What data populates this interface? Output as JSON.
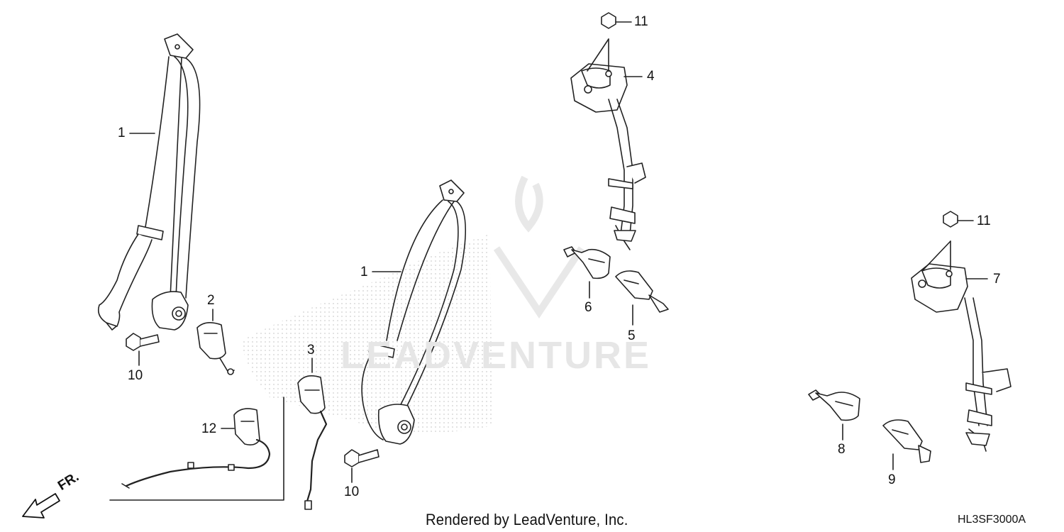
{
  "callouts": [
    {
      "id": "c1a",
      "text": "1"
    },
    {
      "id": "c2",
      "text": "2"
    },
    {
      "id": "c10a",
      "text": "10"
    },
    {
      "id": "c12",
      "text": "12"
    },
    {
      "id": "c3",
      "text": "3"
    },
    {
      "id": "c1b",
      "text": "1"
    },
    {
      "id": "c10b",
      "text": "10"
    },
    {
      "id": "c11a",
      "text": "11"
    },
    {
      "id": "c4",
      "text": "4"
    },
    {
      "id": "c6",
      "text": "6"
    },
    {
      "id": "c5",
      "text": "5"
    },
    {
      "id": "c11b",
      "text": "11"
    },
    {
      "id": "c7",
      "text": "7"
    },
    {
      "id": "c8",
      "text": "8"
    },
    {
      "id": "c9",
      "text": "9"
    }
  ],
  "watermark": "LEADVENTURE",
  "direction_label": "FR.",
  "footer": {
    "credit": "Rendered by LeadVenture, Inc.",
    "diagram_code": "HL3SF3000A"
  }
}
